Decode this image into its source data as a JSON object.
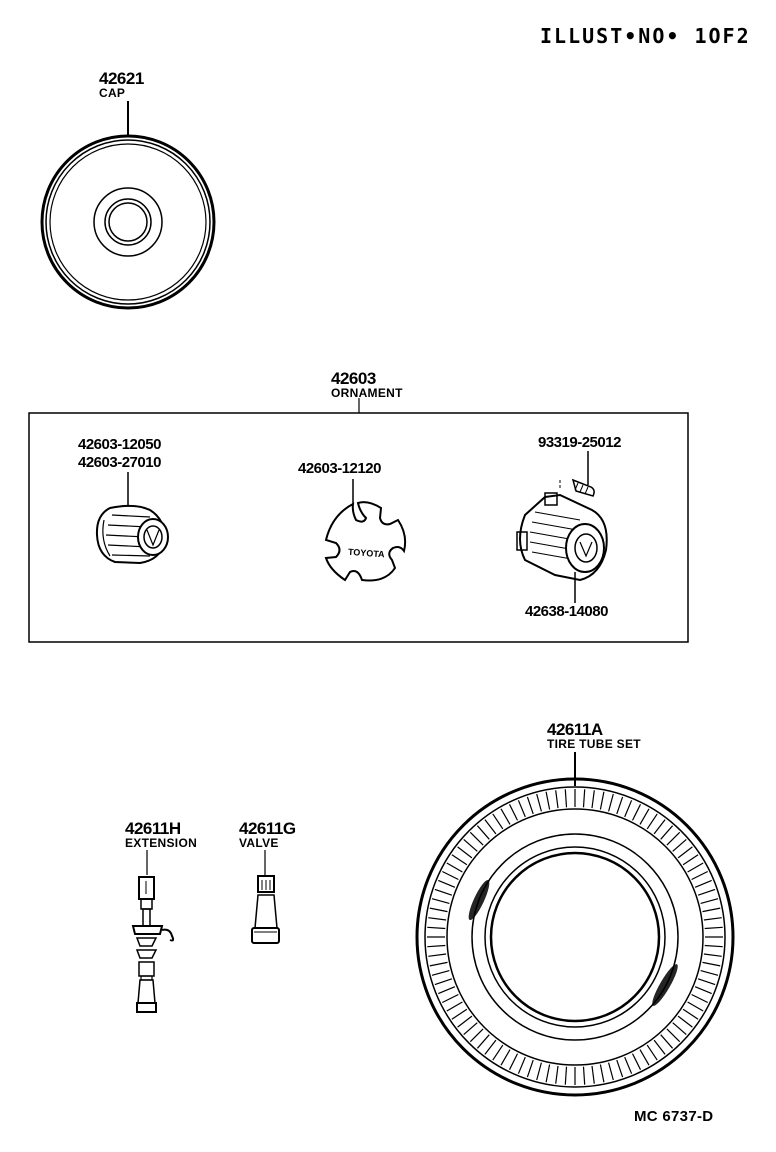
{
  "header": {
    "illustration_number": "ILLUST•NO• 1OF2"
  },
  "parts": {
    "cap": {
      "part_no": "42621",
      "name": "CAP"
    },
    "ornament": {
      "part_no": "42603",
      "name": "ORNAMENT",
      "sub_parts": [
        {
          "part_no_1": "42603-12050",
          "part_no_2": "42603-27010"
        },
        {
          "part_no": "42603-12120",
          "emblem_text": "TOYOTA"
        },
        {
          "screw_part_no": "93319-25012",
          "body_part_no": "42638-14080"
        }
      ]
    },
    "tire_tube_set": {
      "part_no": "42611A",
      "name": "TIRE TUBE SET"
    },
    "extension": {
      "part_no": "42611H",
      "name": "EXTENSION"
    },
    "valve": {
      "part_no": "42611G",
      "name": "VALVE"
    }
  },
  "footer": {
    "code": "MC  6737-D"
  },
  "colors": {
    "ink": "#000000",
    "paper": "#ffffff"
  }
}
